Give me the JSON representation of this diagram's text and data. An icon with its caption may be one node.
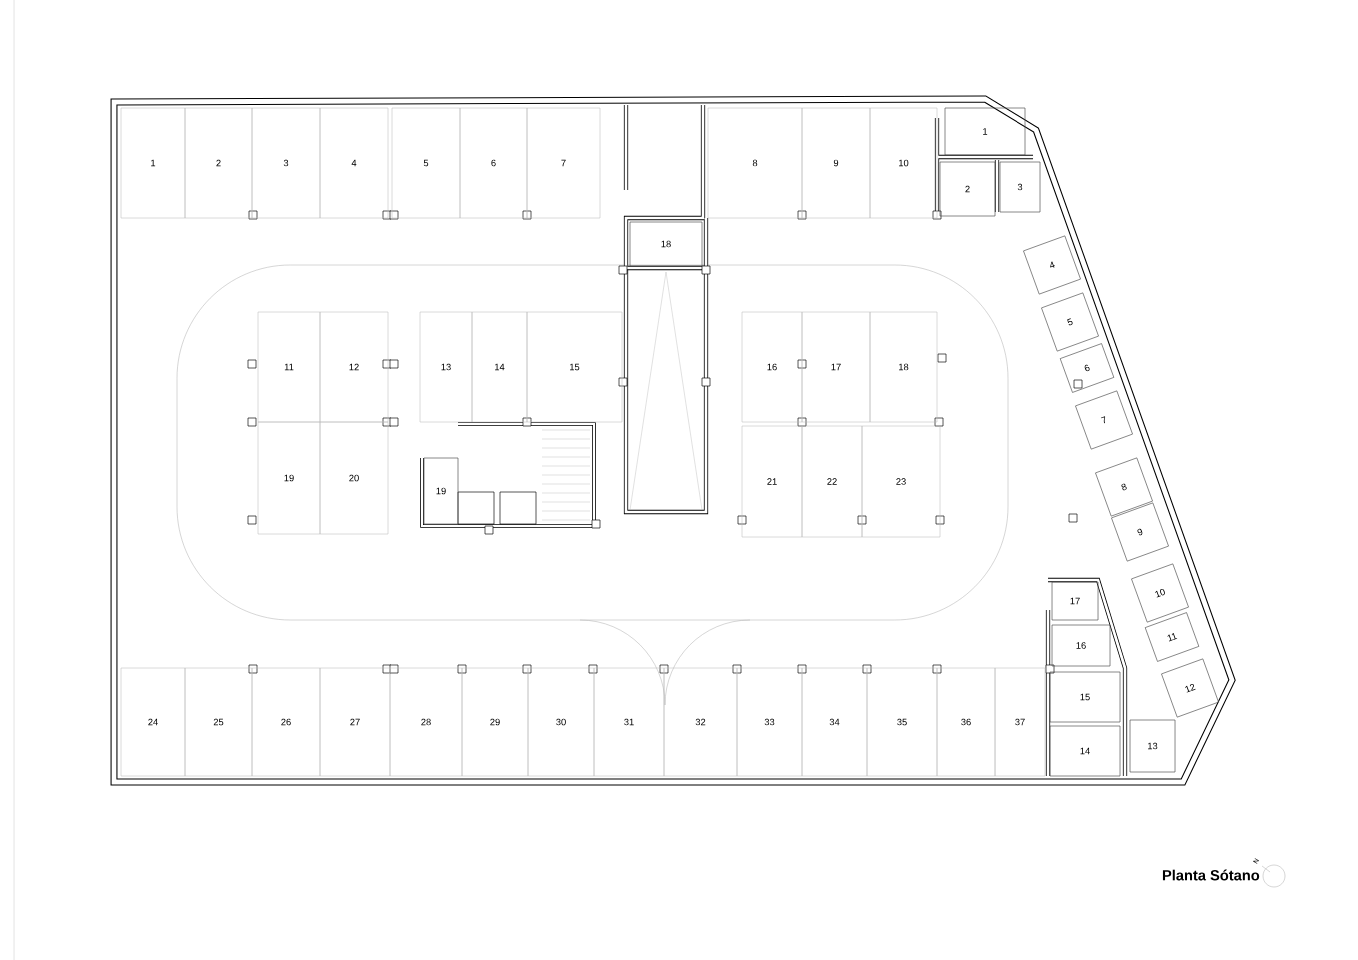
{
  "diagram": {
    "title": "Planta Sótano",
    "nodes": [
      {
        "text": [
          "1"
        ]
      },
      {
        "text": [
          "2"
        ]
      },
      {
        "text": [
          "3"
        ]
      },
      {
        "text": [
          "4"
        ]
      },
      {
        "text": [
          "5"
        ]
      },
      {
        "text": [
          "6"
        ]
      },
      {
        "text": [
          "7"
        ]
      },
      {
        "text": [
          "8"
        ]
      },
      {
        "text": [
          "9"
        ]
      },
      {
        "text": [
          "10"
        ]
      },
      {
        "text": [
          "11"
        ]
      },
      {
        "text": [
          "12"
        ]
      },
      {
        "text": [
          "13"
        ]
      },
      {
        "text": [
          "14"
        ]
      },
      {
        "text": [
          "15"
        ]
      },
      {
        "text": [
          "16"
        ]
      },
      {
        "text": [
          "17"
        ]
      },
      {
        "text": [
          "18"
        ]
      },
      {
        "text": [
          "19"
        ]
      },
      {
        "text": [
          "20"
        ]
      },
      {
        "text": [
          "21"
        ]
      },
      {
        "text": [
          "22"
        ]
      },
      {
        "text": [
          "23"
        ]
      },
      {
        "text": [
          "24"
        ]
      },
      {
        "text": [
          "25"
        ]
      },
      {
        "text": [
          "26"
        ]
      },
      {
        "text": [
          "27"
        ]
      },
      {
        "text": [
          "28"
        ]
      },
      {
        "text": [
          "29"
        ]
      },
      {
        "text": [
          "30"
        ]
      },
      {
        "text": [
          "31"
        ]
      },
      {
        "text": [
          "32"
        ]
      },
      {
        "text": [
          "33"
        ]
      },
      {
        "text": [
          "34"
        ]
      },
      {
        "text": [
          "35"
        ]
      },
      {
        "text": [
          "36"
        ]
      },
      {
        "text": [
          "37"
        ]
      },
      {
        "text": [
          "1"
        ]
      },
      {
        "text": [
          "2"
        ]
      },
      {
        "text": [
          "3"
        ]
      },
      {
        "text": [
          "4"
        ]
      },
      {
        "text": [
          "5"
        ]
      },
      {
        "text": [
          "6"
        ]
      },
      {
        "text": [
          "7"
        ]
      },
      {
        "text": [
          "8"
        ]
      },
      {
        "text": [
          "9"
        ]
      },
      {
        "text": [
          "10"
        ]
      },
      {
        "text": [
          "11"
        ]
      },
      {
        "text": [
          "12"
        ]
      },
      {
        "text": [
          "13"
        ]
      },
      {
        "text": [
          "14"
        ]
      },
      {
        "text": [
          "15"
        ]
      },
      {
        "text": [
          "16"
        ]
      },
      {
        "text": [
          "17"
        ]
      },
      {
        "text": [
          "18"
        ]
      },
      {
        "text": [
          "19"
        ]
      }
    ],
    "labels": [
      "N"
    ]
  }
}
